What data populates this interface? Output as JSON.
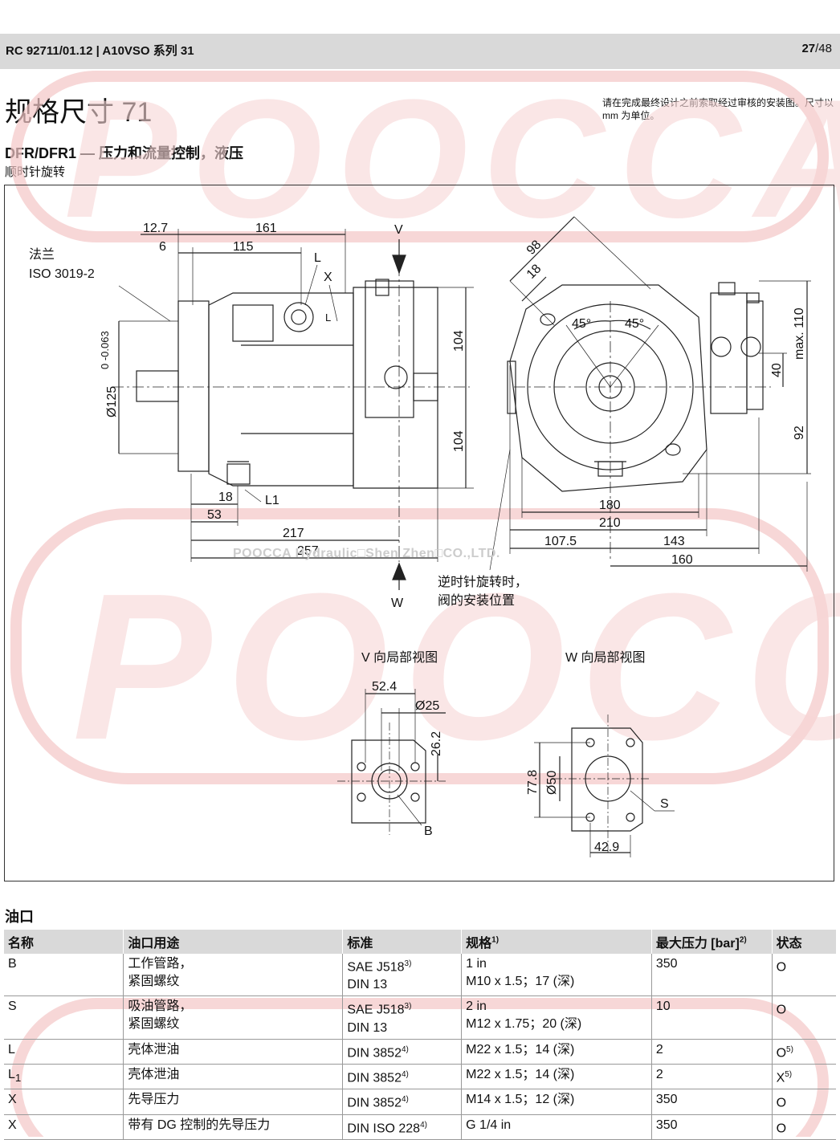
{
  "header": {
    "doc_ref": "RC 92711/01.12  |  A10VSO 系列 31",
    "page_current": "27",
    "page_total": "/48"
  },
  "title": "规格尺寸 71",
  "note": "请在完成最终设计之前索取经过审核的安装图。尺寸以 mm 为单位。",
  "subtitle": "DFR/DFR1 — 压力和流量控制，液压",
  "rotation": "顺时针旋转",
  "watermark": "POOCCA Hydraulic□Shen Zhen□CO.,LTD.",
  "watermark_logo": "POOCCA",
  "drawing": {
    "flange_label_1": "法兰",
    "flange_label_2": "ISO 3019-2",
    "dim_12_7": "12.7",
    "dim_161": "161",
    "dim_6": "6",
    "dim_115": "115",
    "port_L": "L",
    "port_X": "X",
    "port_L_small": "L",
    "view_V": "V",
    "view_W": "W",
    "dim_104_top": "104",
    "dim_104_bottom": "104",
    "dim_shaft_diam": "Ø125",
    "dim_shaft_tol": "0\n-0.063",
    "dim_18": "18",
    "port_L1": "L1",
    "dim_53": "53",
    "dim_217": "217",
    "dim_257": "257",
    "dim_98": "98",
    "dim_18_angle": "18",
    "angle_45_left": "45°",
    "angle_45_right": "45°",
    "dim_max110": "max. 110",
    "dim_40": "40",
    "dim_92": "92",
    "dim_180": "180",
    "dim_210": "210",
    "dim_107_5": "107.5",
    "dim_143": "143",
    "dim_160": "160",
    "ccw_note_1": "逆时针旋转时，",
    "ccw_note_2": "阀的安装位置",
    "view_V_title": "V 向局部视图",
    "view_W_title": "W 向局部视图",
    "dim_52_4": "52.4",
    "dim_d25": "Ø25",
    "dim_26_2": "26.2",
    "port_B": "B",
    "dim_77_8": "77.8",
    "dim_d50": "Ø50",
    "port_S": "S",
    "dim_42_9": "42.9"
  },
  "ports": {
    "section_title": "油口",
    "columns": [
      "名称",
      "油口用途",
      "标准",
      "规格",
      "最大压力 [bar]",
      "状态"
    ],
    "column_notes": [
      "",
      "",
      "",
      "1)",
      "2)",
      ""
    ],
    "rows": [
      {
        "name": "B",
        "sub": "",
        "use": "工作管路，\n紧固螺纹",
        "std1": "SAE J518",
        "std1_note": "3)",
        "std2": "DIN 13",
        "size": "1 in\nM10 x 1.5；17 (深)",
        "pressure": "350",
        "state": "O",
        "state_note": ""
      },
      {
        "name": "S",
        "sub": "",
        "use": "吸油管路，\n紧固螺纹",
        "std1": "SAE J518",
        "std1_note": "3)",
        "std2": "DIN 13",
        "size": "2 in\nM12 x 1.75；20 (深)",
        "pressure": "10",
        "state": "O",
        "state_note": ""
      },
      {
        "name": "L",
        "sub": "",
        "use": "壳体泄油",
        "std1": "DIN 3852",
        "std1_note": "4)",
        "std2": "",
        "size": "M22 x 1.5；14 (深)",
        "pressure": "2",
        "state": "O",
        "state_note": "5)"
      },
      {
        "name": "L",
        "sub": "1",
        "use": "壳体泄油",
        "std1": "DIN 3852",
        "std1_note": "4)",
        "std2": "",
        "size": "M22 x 1.5；14 (深)",
        "pressure": "2",
        "state": "X",
        "state_note": "5)"
      },
      {
        "name": "X",
        "sub": "",
        "use": "先导压力",
        "std1": "DIN 3852",
        "std1_note": "4)",
        "std2": "",
        "size": "M14 x 1.5；12 (深)",
        "pressure": "350",
        "state": "O",
        "state_note": ""
      },
      {
        "name": "X",
        "sub": "",
        "use": "带有 DG 控制的先导压力",
        "std1": "DIN ISO 228",
        "std1_note": "4)",
        "std2": "",
        "size": "G 1/4 in",
        "pressure": "350",
        "state": "O",
        "state_note": ""
      }
    ]
  }
}
